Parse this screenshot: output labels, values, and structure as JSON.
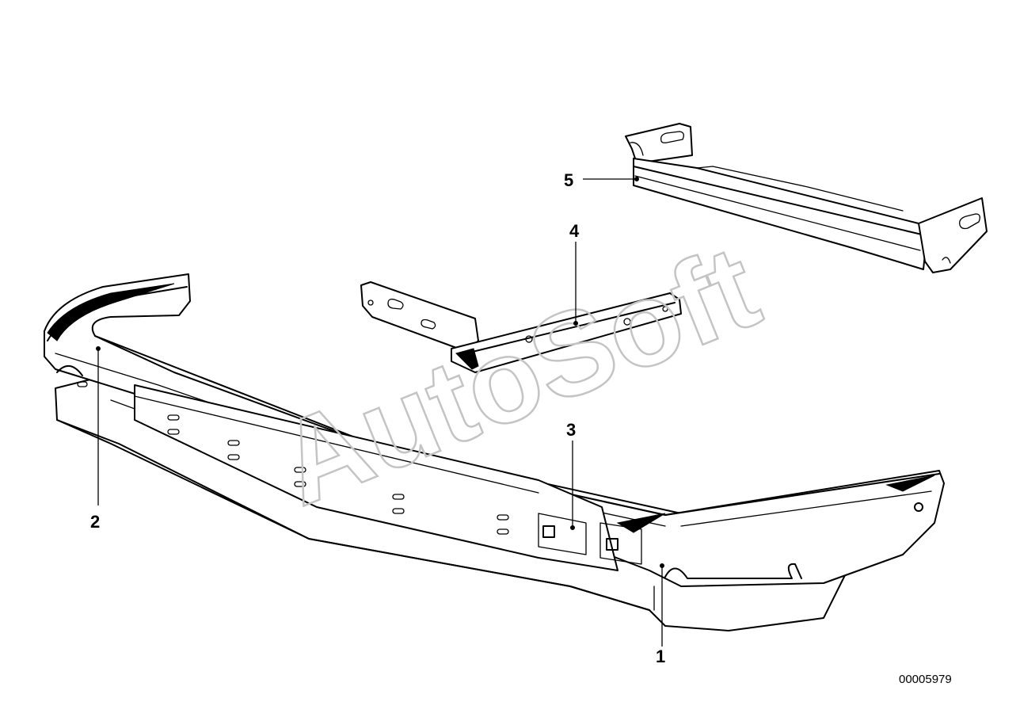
{
  "diagram": {
    "callouts": [
      {
        "id": "callout-1",
        "label": "1"
      },
      {
        "id": "callout-2",
        "label": "2"
      },
      {
        "id": "callout-3",
        "label": "3"
      },
      {
        "id": "callout-4",
        "label": "4"
      },
      {
        "id": "callout-5",
        "label": "5"
      }
    ],
    "drawing_number": "00005979",
    "watermark": "AutoSoft",
    "colors": {
      "ink": "#000000",
      "watermark": "#c4c4c4",
      "background": "#ffffff"
    }
  }
}
